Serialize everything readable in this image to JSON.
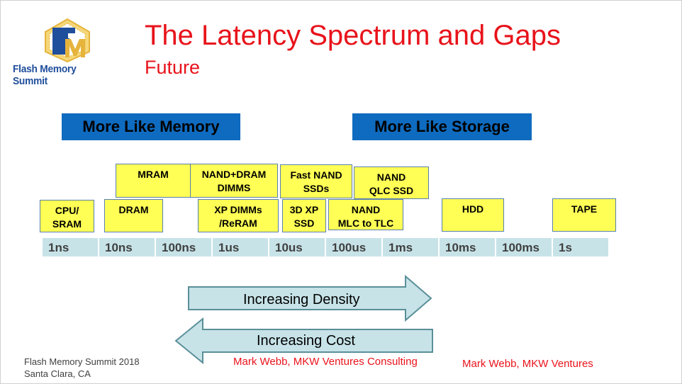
{
  "logo": {
    "text": "Flash Memory Summit",
    "colors": {
      "blue": "#1f4e9c",
      "gold": "#e6b43c"
    }
  },
  "header": {
    "title": "The Latency Spectrum and Gaps",
    "subtitle": "Future"
  },
  "banners": {
    "memory": "More Like Memory",
    "storage": "More Like Storage"
  },
  "technologies": {
    "mram": [
      "MRAM"
    ],
    "nand_dram_dimms": [
      "NAND+DRAM",
      "DIMMS"
    ],
    "fast_nand_ssds": [
      "Fast NAND",
      "SSDs"
    ],
    "nand_qlc_ssd": [
      "NAND",
      "QLC SSD"
    ],
    "cpu_sram": [
      "CPU/",
      "SRAM"
    ],
    "dram": [
      "DRAM"
    ],
    "xp_dimms_reram": [
      "XP DIMMs",
      "/ReRAM"
    ],
    "xp_3d_ssd": [
      "3D XP",
      "SSD"
    ],
    "nand_mlc_tlc": [
      "NAND",
      "MLC to TLC"
    ],
    "hdd": [
      "HDD"
    ],
    "tape": [
      "TAPE"
    ]
  },
  "scale": [
    "1ns",
    "10ns",
    "100ns",
    "1us",
    "10us",
    "100us",
    "1ms",
    "10ms",
    "100ms",
    "1s"
  ],
  "arrows": {
    "density": "Increasing Density",
    "cost": "Increasing Cost"
  },
  "footer": {
    "line1": "Flash Memory Summit 2018",
    "line2": "Santa Clara, CA",
    "credit1": "Mark Webb, MKW Ventures Consulting",
    "credit2": "Mark Webb, MKW Ventures"
  },
  "colors": {
    "title": "#e8131b",
    "banner": "#0f6bbf",
    "box": "#ffff55",
    "scale": "#c7e3e8",
    "arrow": "#c7e3e8"
  }
}
